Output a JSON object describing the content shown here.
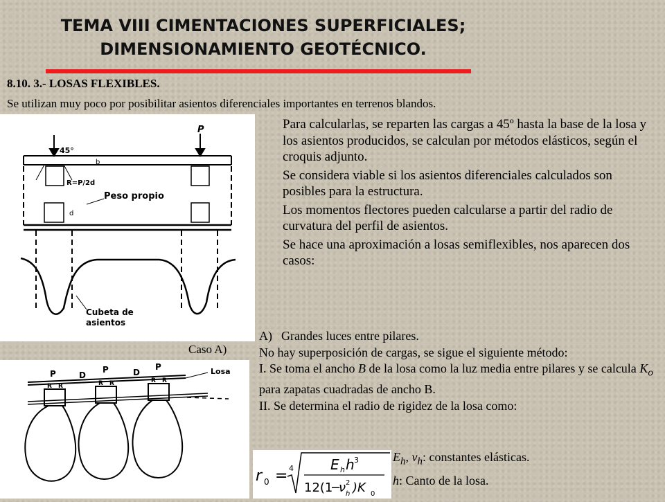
{
  "title": {
    "line1": "TEMA VIII  CIMENTACIONES SUPERFICIALES;",
    "line2": "DIMENSIONAMIENTO GEOTÉCNICO."
  },
  "section_heading": "8.10. 3.- LOSAS FLEXIBLES.",
  "intro": "Se utilizan muy poco por posibilitar asientos diferenciales importantes en terrenos blandos.",
  "paragraphs": [
    "Para calcularlas, se reparten las cargas a 45º hasta la base de la losa y los asientos producidos, se calculan por métodos elásticos, según el croquis adjunto.",
    "Se considera viable si los asientos diferenciales calculados son posibles para la estructura.",
    "Los momentos flectores pueden calcularse a partir del radio de curvatura del perfil de asientos.",
    "Se hace una aproximación a losas semiflexibles, nos aparecen dos casos:"
  ],
  "figure1": {
    "label_angle": "45°",
    "label_load": "P",
    "label_thickness": "b",
    "label_pressure": "R=P/2d",
    "label_d": "d",
    "label_self_weight": "Peso propio",
    "label_basin_line1": "Cubeta de",
    "label_basin_line2": "asientos"
  },
  "caption": "Caso A)",
  "figure2": {
    "label_p": "P",
    "label_d": "D",
    "label_r": "R",
    "label_slab": "Losa"
  },
  "caseA": {
    "list_marker": "A)",
    "list_text": "Grandes luces entre pilares.",
    "line2": "No hay superposición de cargas, se sigue el siguiente método:",
    "step1_prefix": "I. Se toma el ancho ",
    "step1_var": "B",
    "step1_mid": " de la losa como la luz media entre pilares y se calcula ",
    "step1_k": "K",
    "step1_ksub": "o",
    "step1_suffix": " para zapatas cuadradas de ancho B.",
    "step2": "II. Se determina el radio de rigidez de la losa como:"
  },
  "formula": {
    "lhs": "r",
    "lhs_sub": "0",
    "equals": "=",
    "root_index": "4",
    "numerator": "E",
    "numerator_sub": "h",
    "numerator_h": "h",
    "numerator_exp": "3",
    "denominator_prefix": "12(1",
    "denominator_minus": "−",
    "denominator_nu": "ν",
    "denominator_sub": "h",
    "denominator_exp": "2",
    "denominator_suffix": ")K",
    "denominator_ksub": "0"
  },
  "elastic": {
    "line1_e": "E",
    "line1_esub": "h",
    "line1_nu": "ν",
    "line1_nusub": "h",
    "line1_rest": ": constantes elásticas.",
    "line2_h": "h",
    "line2_rest": ": Canto de la losa."
  },
  "colors": {
    "background": "#c9c2b2",
    "title_rule": "#ee1c1c"
  }
}
